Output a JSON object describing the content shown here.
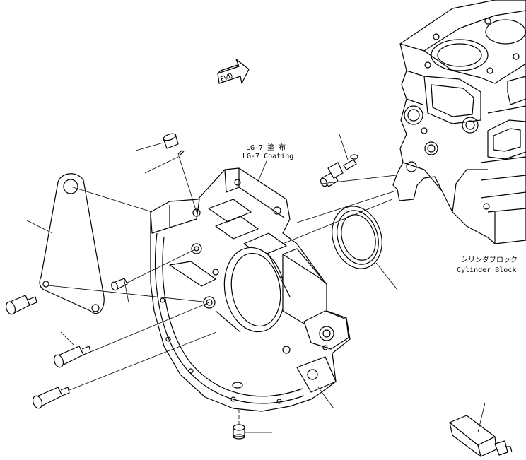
{
  "labels": {
    "fwd": "FWD",
    "coating_jp": "LG-7 塗 布",
    "coating_en": "LG-7 Coating",
    "block_jp": "シリンダブロック",
    "block_en": "Cylinder Block"
  }
}
